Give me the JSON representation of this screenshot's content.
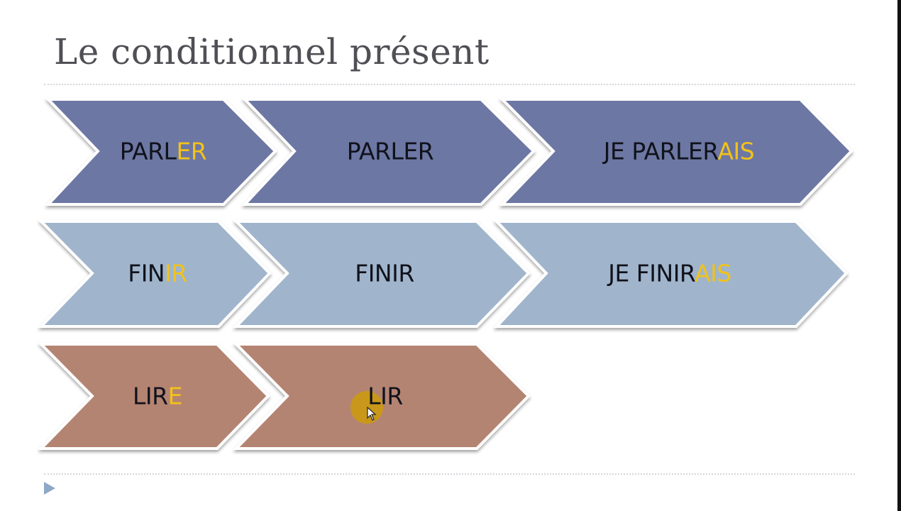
{
  "slide": {
    "title": "Le conditionnel présent",
    "colors": {
      "row1_fill": "#6d77a3",
      "row2_fill": "#a0b5cc",
      "row3_fill": "#b48472",
      "highlight": "#f1c21b",
      "title_text": "#4f4f55",
      "bullet": "#8fa8c8"
    },
    "rows": [
      {
        "chevrons": [
          {
            "base": "PARL",
            "ending": "ER"
          },
          {
            "base": "PARLER",
            "ending": ""
          },
          {
            "base": "JE PARLER",
            "ending": "AIS"
          }
        ]
      },
      {
        "chevrons": [
          {
            "base": "FIN",
            "ending": "IR"
          },
          {
            "base": "FINIR",
            "ending": ""
          },
          {
            "base": "JE FINIR",
            "ending": "AIS"
          }
        ]
      },
      {
        "chevrons": [
          {
            "base": "LIR",
            "ending": "E"
          },
          {
            "base": "LIR",
            "ending": ""
          }
        ]
      }
    ]
  },
  "icons": {
    "bullet": "play-triangle-icon",
    "cursor": "mouse-pointer-icon"
  }
}
